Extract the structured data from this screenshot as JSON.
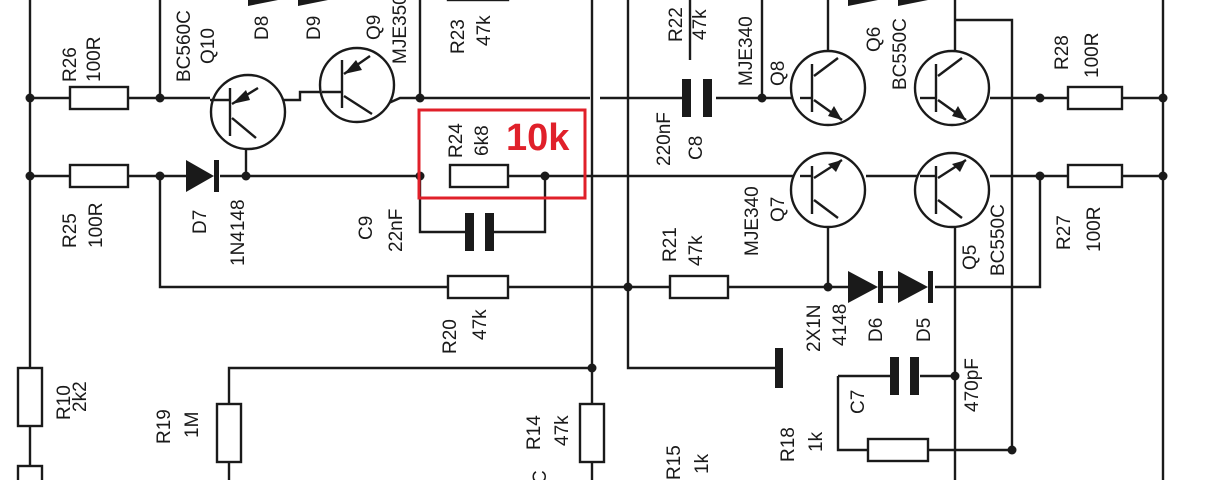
{
  "labels": {
    "r26_name": "R26",
    "r26_value": "100R",
    "r25_name": "R25",
    "r25_value": "100R",
    "q10_type": "BC560C",
    "q10_name": "Q10",
    "d8_name": "D8",
    "d9_name": "D9",
    "q9_name": "Q9",
    "q9_type": "MJE350",
    "r23_name": "R23",
    "r23_value": "47k",
    "r24_name": "R24",
    "r24_value": "6k8",
    "d7_name": "D7",
    "d7_type": "1N4148",
    "c9_name": "C9",
    "c9_value": "22nF",
    "r20_name": "R20",
    "r20_value": "47k",
    "r10_name": "R10",
    "r10_value": "2k2",
    "r19_name": "R19",
    "r19_value": "1M",
    "r14_name": "R14",
    "r14_value": "47k",
    "c_partial": "C",
    "r22_name": "R22",
    "r22_value": "47k",
    "q8_type": "MJE340",
    "q8_name": "Q8",
    "c8_value": "220nF",
    "c8_name": "C8",
    "q6_name": "Q6",
    "q6_type": "BC550C",
    "r28_name": "R28",
    "r28_value": "100R",
    "q7_type": "MJE340",
    "q7_name": "Q7",
    "r21_name": "R21",
    "r21_value": "47k",
    "diodes_d5d6": "2X1N",
    "diodes_d5d6_b": "4148",
    "d6_name": "D6",
    "d5_name": "D5",
    "q5_name": "Q5",
    "q5_type": "BC550C",
    "r27_name": "R27",
    "r27_value": "100R",
    "c7_name": "C7",
    "c7_value": "470pF",
    "r15_name": "R15",
    "r15_value": "1k",
    "r18_name": "R18",
    "r18_value": "1k"
  },
  "annotation": {
    "text": "10k",
    "color": "#e0202a"
  }
}
